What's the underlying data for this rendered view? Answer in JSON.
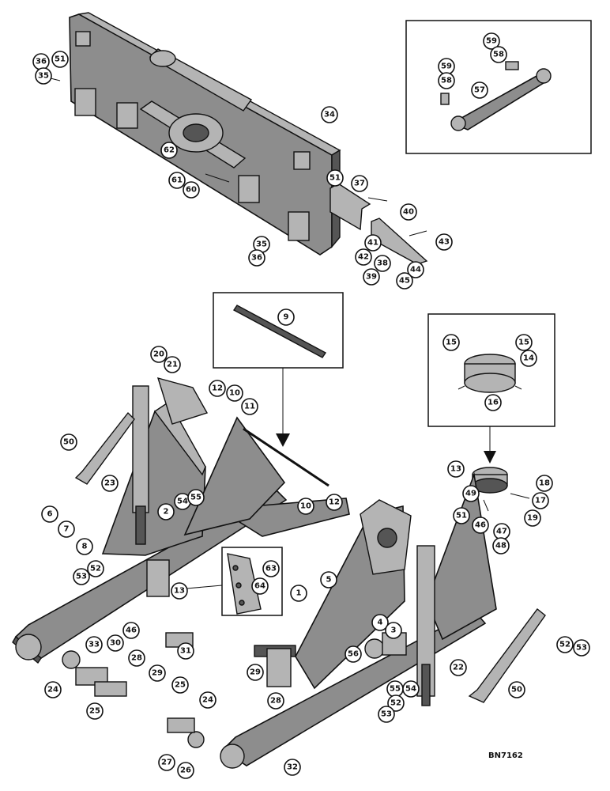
{
  "drawing_number": "BN7162",
  "callouts": [
    {
      "id": "c51a",
      "label": "51"
    },
    {
      "id": "c36a",
      "label": "36"
    },
    {
      "id": "c35a",
      "label": "35"
    },
    {
      "id": "c34",
      "label": "34"
    },
    {
      "id": "c62",
      "label": "62"
    },
    {
      "id": "c61",
      "label": "61"
    },
    {
      "id": "c60",
      "label": "60"
    },
    {
      "id": "c51b",
      "label": "51"
    },
    {
      "id": "c37",
      "label": "37"
    },
    {
      "id": "c35b",
      "label": "35"
    },
    {
      "id": "c36b",
      "label": "36"
    },
    {
      "id": "c40",
      "label": "40"
    },
    {
      "id": "c41",
      "label": "41"
    },
    {
      "id": "c42",
      "label": "42"
    },
    {
      "id": "c38",
      "label": "38"
    },
    {
      "id": "c39",
      "label": "39"
    },
    {
      "id": "c44",
      "label": "44"
    },
    {
      "id": "c45",
      "label": "45"
    },
    {
      "id": "c43",
      "label": "43"
    },
    {
      "id": "c59a",
      "label": "59"
    },
    {
      "id": "c58a",
      "label": "58"
    },
    {
      "id": "c59b",
      "label": "59"
    },
    {
      "id": "c58b",
      "label": "58"
    },
    {
      "id": "c57",
      "label": "57"
    },
    {
      "id": "c9",
      "label": "9"
    },
    {
      "id": "c20",
      "label": "20"
    },
    {
      "id": "c21",
      "label": "21"
    },
    {
      "id": "c12a",
      "label": "12"
    },
    {
      "id": "c10a",
      "label": "10"
    },
    {
      "id": "c11",
      "label": "11"
    },
    {
      "id": "c50a",
      "label": "50"
    },
    {
      "id": "c23",
      "label": "23"
    },
    {
      "id": "c10b",
      "label": "10"
    },
    {
      "id": "c12b",
      "label": "12"
    },
    {
      "id": "c54a",
      "label": "54"
    },
    {
      "id": "c55a",
      "label": "55"
    },
    {
      "id": "c2",
      "label": "2"
    },
    {
      "id": "c6",
      "label": "6"
    },
    {
      "id": "c7",
      "label": "7"
    },
    {
      "id": "c8",
      "label": "8"
    },
    {
      "id": "c52a",
      "label": "52"
    },
    {
      "id": "c53a",
      "label": "53"
    },
    {
      "id": "c15a",
      "label": "15"
    },
    {
      "id": "c15b",
      "label": "15"
    },
    {
      "id": "c14",
      "label": "14"
    },
    {
      "id": "c16",
      "label": "16"
    },
    {
      "id": "c13a",
      "label": "13"
    },
    {
      "id": "c18",
      "label": "18"
    },
    {
      "id": "c49",
      "label": "49"
    },
    {
      "id": "c17",
      "label": "17"
    },
    {
      "id": "c19",
      "label": "19"
    },
    {
      "id": "c51c",
      "label": "51"
    },
    {
      "id": "c46a",
      "label": "46"
    },
    {
      "id": "c47",
      "label": "47"
    },
    {
      "id": "c48",
      "label": "48"
    },
    {
      "id": "c1",
      "label": "1"
    },
    {
      "id": "c5",
      "label": "5"
    },
    {
      "id": "c13b",
      "label": "13"
    },
    {
      "id": "c63",
      "label": "63"
    },
    {
      "id": "c64",
      "label": "64"
    },
    {
      "id": "c33",
      "label": "33"
    },
    {
      "id": "c46b",
      "label": "46"
    },
    {
      "id": "c30",
      "label": "30"
    },
    {
      "id": "c28a",
      "label": "28"
    },
    {
      "id": "c4",
      "label": "4"
    },
    {
      "id": "c3",
      "label": "3"
    },
    {
      "id": "c31",
      "label": "31"
    },
    {
      "id": "c29a",
      "label": "29"
    },
    {
      "id": "c29b",
      "label": "29"
    },
    {
      "id": "c56",
      "label": "56"
    },
    {
      "id": "c22",
      "label": "22"
    },
    {
      "id": "c52b",
      "label": "52"
    },
    {
      "id": "c53b",
      "label": "53"
    },
    {
      "id": "c24a",
      "label": "24"
    },
    {
      "id": "c25a",
      "label": "25"
    },
    {
      "id": "c28b",
      "label": "28"
    },
    {
      "id": "c55b",
      "label": "55"
    },
    {
      "id": "c54b",
      "label": "54"
    },
    {
      "id": "c52c",
      "label": "52"
    },
    {
      "id": "c53c",
      "label": "53"
    },
    {
      "id": "c50b",
      "label": "50"
    },
    {
      "id": "c25b",
      "label": "25"
    },
    {
      "id": "c24b",
      "label": "24"
    },
    {
      "id": "c27",
      "label": "27"
    },
    {
      "id": "c26",
      "label": "26"
    },
    {
      "id": "c32",
      "label": "32"
    }
  ]
}
